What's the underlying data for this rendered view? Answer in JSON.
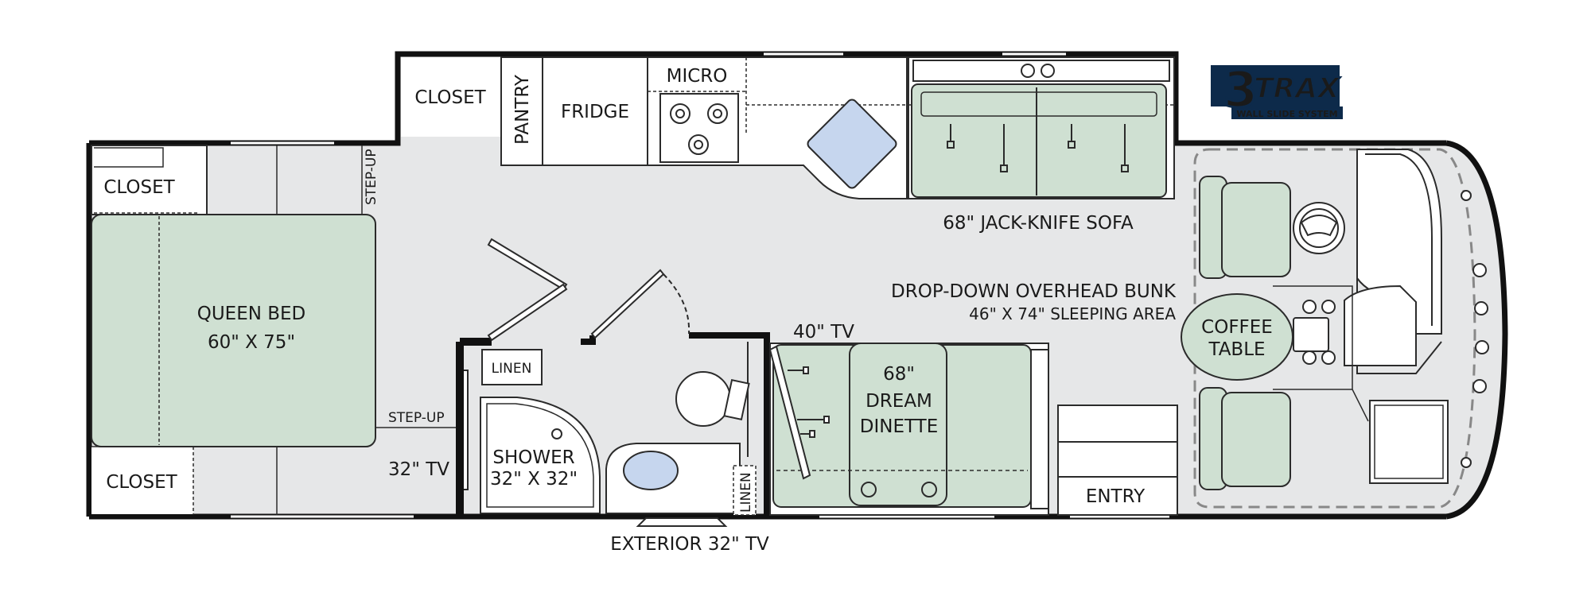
{
  "logo": {
    "number": "3",
    "word": "TRAX",
    "tagline": "WALL SLIDE SYSTEM"
  },
  "labels": {
    "closet_top": "CLOSET",
    "pantry": "PANTRY",
    "fridge": "FRIDGE",
    "micro": "MICRO",
    "closet_left_top": "CLOSET",
    "closet_left_bottom": "CLOSET",
    "step_up_top": "STEP-UP",
    "step_up_bottom": "STEP-UP",
    "queen_bed_line1": "QUEEN BED",
    "queen_bed_line2": "60\" X 75\"",
    "tv_32": "32\" TV",
    "linen_top": "LINEN",
    "linen_side": "LINEN",
    "shower_line1": "SHOWER",
    "shower_line2": "32\" X 32\"",
    "exterior_tv": "EXTERIOR 32\" TV",
    "tv_40": "40\" TV",
    "dinette_line1": "68\"",
    "dinette_line2": "DREAM",
    "dinette_line3": "DINETTE",
    "sofa": "68\" JACK-KNIFE SOFA",
    "bunk_line1": "DROP-DOWN OVERHEAD BUNK",
    "bunk_line2": "46\" X 74\" SLEEPING AREA",
    "coffee_line1": "COFFEE",
    "coffee_line2": "TABLE",
    "entry": "ENTRY"
  },
  "colors": {
    "floor": "#e6e7e8",
    "furniture": "#cfe0d2",
    "furniture_stroke": "#2b2b2b",
    "wall": "#111111",
    "fixture_blue": "#c6d6ee",
    "logo_blue": "#1fa9df",
    "logo_dark": "#0d2a4a"
  }
}
